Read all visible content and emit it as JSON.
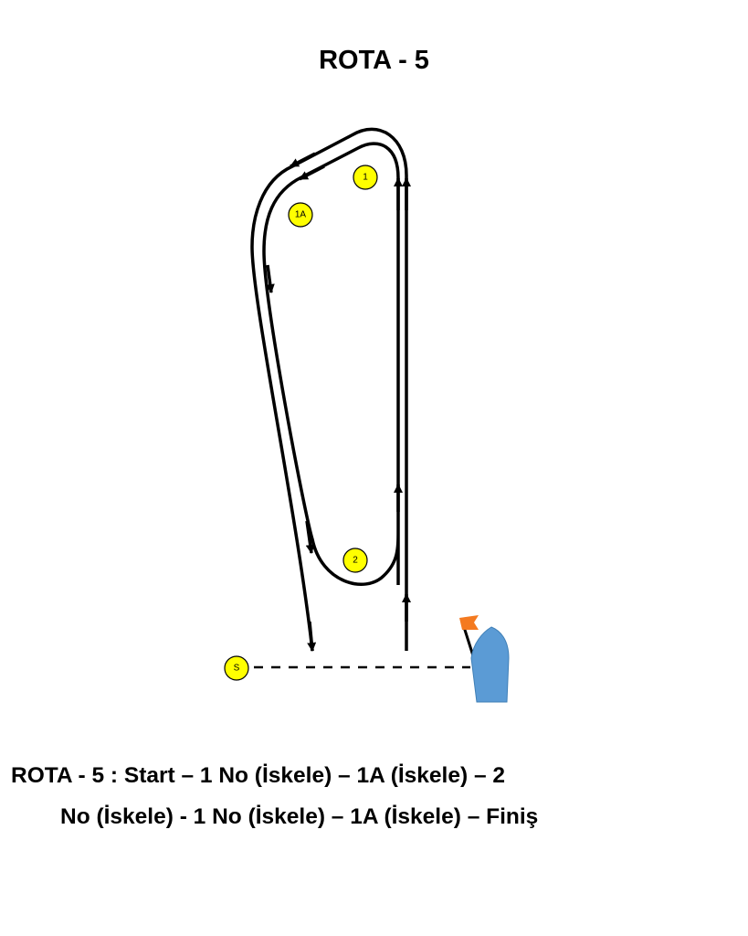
{
  "title": "ROTA - 5",
  "marks": [
    {
      "id": "1",
      "label": "1"
    },
    {
      "id": "1a",
      "label": "1A"
    },
    {
      "id": "2",
      "label": "2"
    },
    {
      "id": "s",
      "label": "S"
    }
  ],
  "description": {
    "line1": "ROTA - 5 :  Start – 1 No (İskele) – 1A (İskele) – 2",
    "line2": "No (İskele) - 1 No (İskele) – 1A (İskele) – Finiş"
  },
  "colors": {
    "mark_fill": "#ffff00",
    "boat_fill": "#5b9bd5",
    "flag_fill": "#f47a20",
    "course_line": "#000000"
  },
  "icons": {
    "boat": "committee-boat-icon",
    "flag": "flag-icon"
  }
}
